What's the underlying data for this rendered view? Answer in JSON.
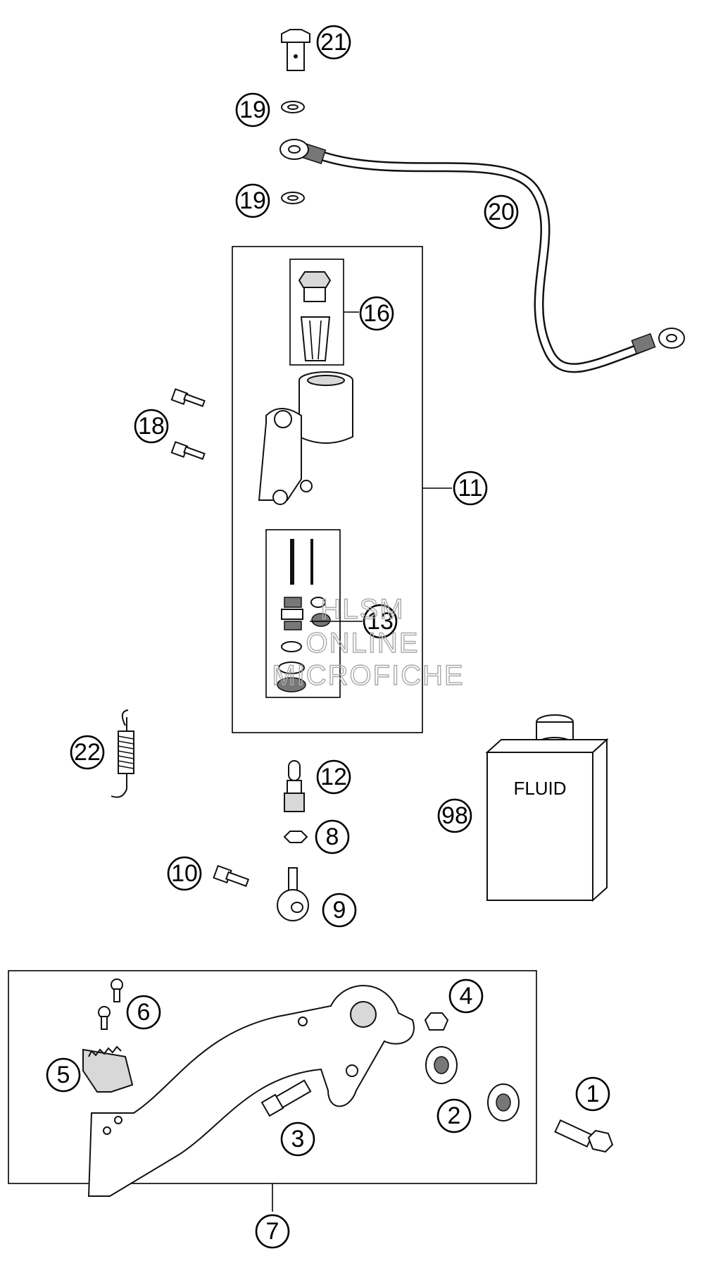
{
  "parts": [
    {
      "id": "p21",
      "number": "21"
    },
    {
      "id": "p19a",
      "number": "19"
    },
    {
      "id": "p19b",
      "number": "19"
    },
    {
      "id": "p20",
      "number": "20"
    },
    {
      "id": "p16",
      "number": "16"
    },
    {
      "id": "p18",
      "number": "18"
    },
    {
      "id": "p11",
      "number": "11"
    },
    {
      "id": "p13",
      "number": "13"
    },
    {
      "id": "p22",
      "number": "22"
    },
    {
      "id": "p12",
      "number": "12"
    },
    {
      "id": "p98",
      "number": "98"
    },
    {
      "id": "p8",
      "number": "8"
    },
    {
      "id": "p10",
      "number": "10"
    },
    {
      "id": "p9",
      "number": "9"
    },
    {
      "id": "p4",
      "number": "4"
    },
    {
      "id": "p6",
      "number": "6"
    },
    {
      "id": "p5",
      "number": "5"
    },
    {
      "id": "p1",
      "number": "1"
    },
    {
      "id": "p2",
      "number": "2"
    },
    {
      "id": "p3",
      "number": "3"
    },
    {
      "id": "p7",
      "number": "7"
    }
  ],
  "fluid_container": {
    "label": "FLUID"
  },
  "watermark": {
    "line1": "HLSM",
    "line2": "ONLINE",
    "line3": "MICROFICHE"
  }
}
